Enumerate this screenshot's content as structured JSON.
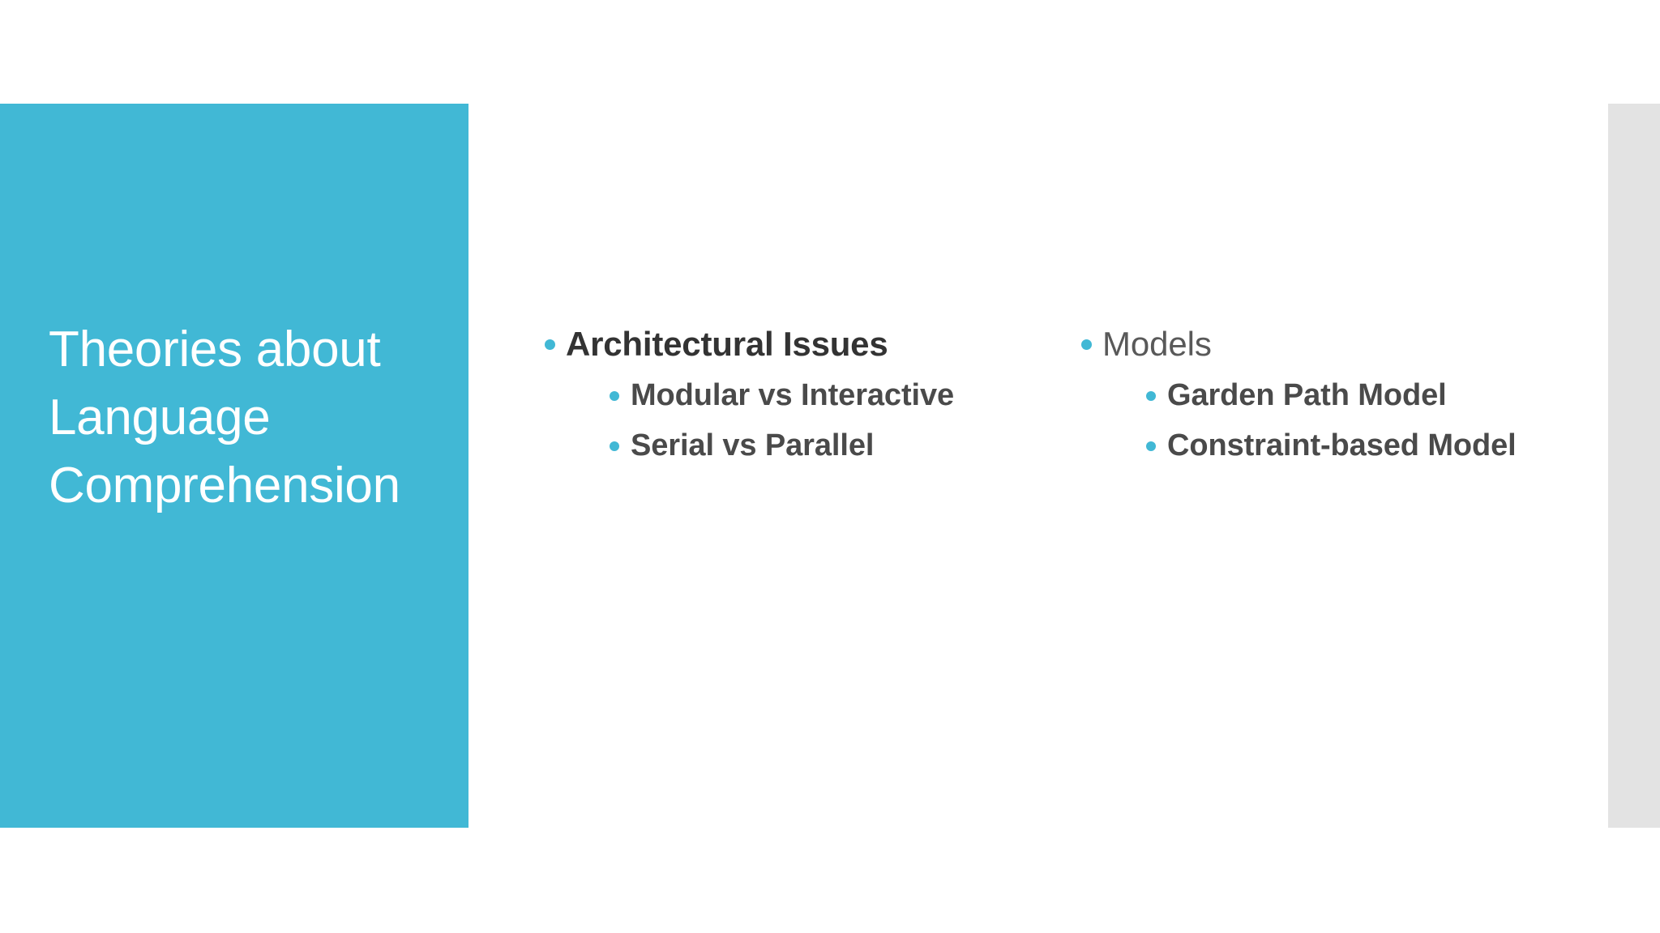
{
  "slide": {
    "title": "Theories about Language Comprehension",
    "theme": {
      "accent_color": "#41b8d5",
      "bullet_color": "#41b8d5",
      "title_text_color": "#ffffff",
      "heading_text_color": "#333333",
      "body_text_color": "#4a4a4a",
      "edge_strip_color": "#e3e3e3",
      "background_color": "#ffffff"
    },
    "columns": [
      {
        "id": "architectural",
        "heading": "Architectural Issues",
        "items": [
          "Modular vs Interactive",
          "Serial vs Parallel"
        ]
      },
      {
        "id": "models",
        "heading": "Models",
        "items": [
          "Garden Path Model",
          "Constraint-based Model"
        ]
      }
    ]
  }
}
